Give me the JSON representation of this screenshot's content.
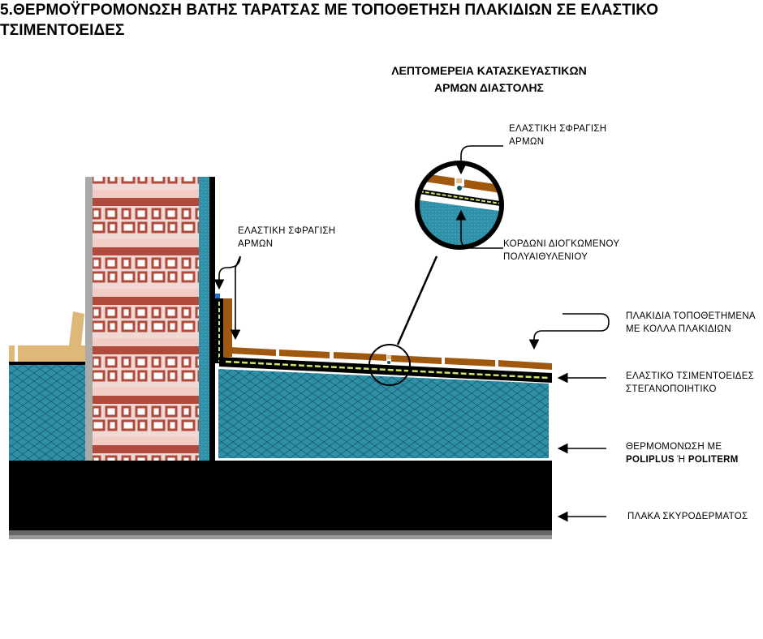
{
  "title": "5.ΘΕΡΜΟΫΓΡΟΜΟΝΩΣΗ ΒΑΤΗΣ ΤΑΡΑΤΣΑΣ ΜΕ ΤΟΠΟΘΕΤΗΣΗ ΠΛΑΚΙΔΙΩΝ ΣΕ ΕΛΑΣΤΙΚΟ ΤΣΙΜΕΝΤΟΕΙΔΕΣ",
  "detail_title": {
    "line1": "ΛΕΠΤΟΜΕΡΕΙΑ ΚΑΤΑΣΚΕΥΑΣΤΙΚΩΝ",
    "line2": "ΑΡΜΩΝ ΔΙΑΣΤΟΛΗΣ"
  },
  "labels": {
    "joint_seal_top": {
      "line1": "ΕΛΑΣΤΙΚΗ ΣΦΡΑΓΙΣΗ",
      "line2": "ΑΡΜΩΝ"
    },
    "joint_seal_wall": {
      "line1": "ΕΛΑΣΤΙΚΗ ΣΦΡΑΓΙΣΗ",
      "line2": "ΑΡΜΩΝ"
    },
    "backer_rod": {
      "line1": "ΚΟΡΔΩΝΙ ΔΙΟΓΚΩΜΕΝΟΥ",
      "line2": "ΠΟΛΥΑΙΘΥΛΕΝΙΟΥ"
    },
    "tiles": {
      "line1": "ΠΛΑΚΙΔΙΑ ΤΟΠΟΘΕΤΗΜΕΝΑ",
      "line2": "ΜΕ ΚΟΛΛΑ ΠΛΑΚΙΔΙΩΝ"
    },
    "cementitious": {
      "line1": "ΕΛΑΣΤΙΚΟ ΤΣΙΜΕΝΤΟΕΙΔΕΣ",
      "line2": "ΣΤΕΓΑΝΟΠΟΙΗΤΙΚΟ"
    },
    "insulation": {
      "line1": "ΘΕΡΜΟΜΟΝΩΣΗ ΜΕ",
      "brand1": "POLIPLUS",
      "or": " Ή ",
      "brand2": "POLITERM"
    },
    "slab": {
      "line1": "ΠΛΑΚΑ ΣΚΥΡΟΔΕΡΜΑΤΟΣ"
    }
  },
  "colors": {
    "tile": "#a0570e",
    "insulation": "#2e8fa6",
    "brick": "#b04a3c",
    "membrane": "#c9e66a",
    "slab": "#000000",
    "wood": "#ddb878",
    "seal": "#1f6fd6"
  }
}
